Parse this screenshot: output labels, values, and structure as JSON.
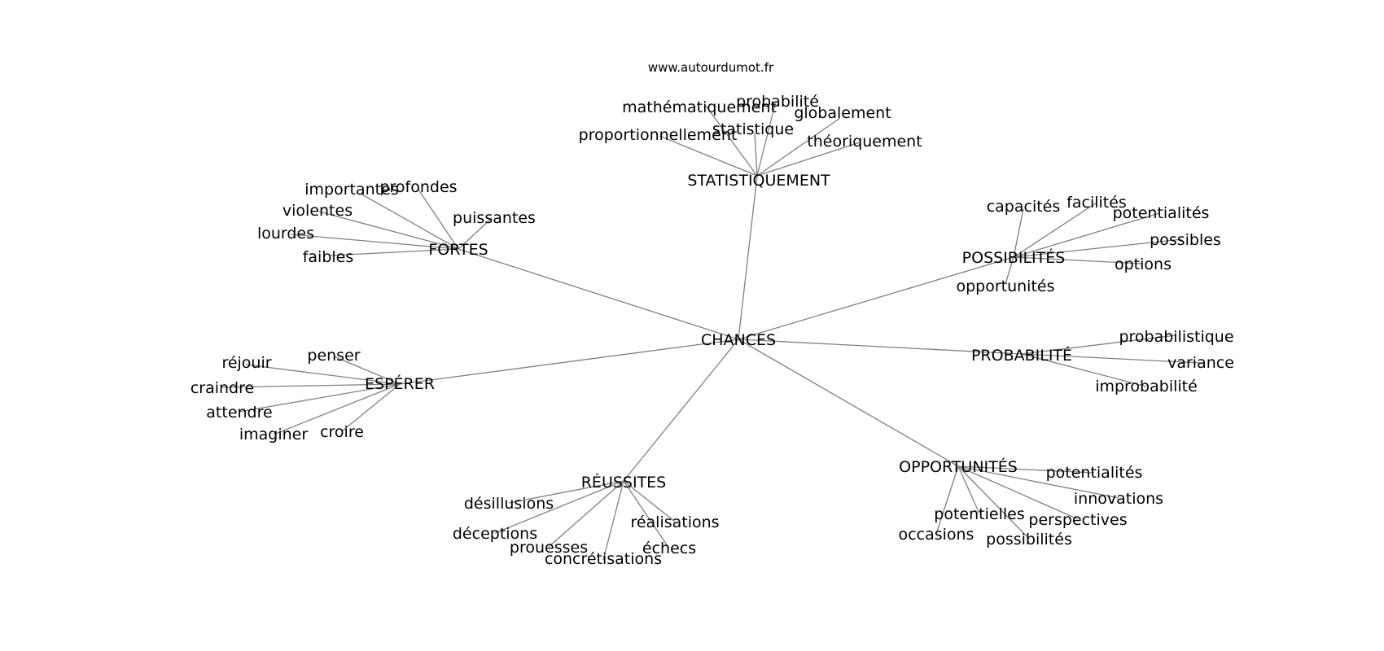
{
  "source": "www.autourdumot.fr",
  "center": "CHANCES",
  "groups": [
    {
      "hub": "STATISTIQUEMENT",
      "words": [
        "mathématiquement",
        "probabilité",
        "globalement",
        "statistique",
        "proportionnellement",
        "théoriquement"
      ]
    },
    {
      "hub": "FORTES",
      "words": [
        "importantes",
        "profondes",
        "puissantes",
        "violentes",
        "lourdes",
        "faibles"
      ]
    },
    {
      "hub": "POSSIBILITÉS",
      "words": [
        "capacités",
        "facilités",
        "potentialités",
        "possibles",
        "options",
        "opportunités"
      ]
    },
    {
      "hub": "PROBABILITÉ",
      "words": [
        "probabilistique",
        "variance",
        "improbabilité"
      ]
    },
    {
      "hub": "ESPÉRER",
      "words": [
        "penser",
        "réjouir",
        "craindre",
        "attendre",
        "imaginer",
        "croire"
      ]
    },
    {
      "hub": "RÉUSSITES",
      "words": [
        "désillusions",
        "déceptions",
        "prouesses",
        "concrétisations",
        "réalisations",
        "échecs"
      ]
    },
    {
      "hub": "OPPORTUNITÉS",
      "words": [
        "potentialités",
        "innovations",
        "perspectives",
        "potentielles",
        "possibilités",
        "occasions"
      ]
    }
  ]
}
